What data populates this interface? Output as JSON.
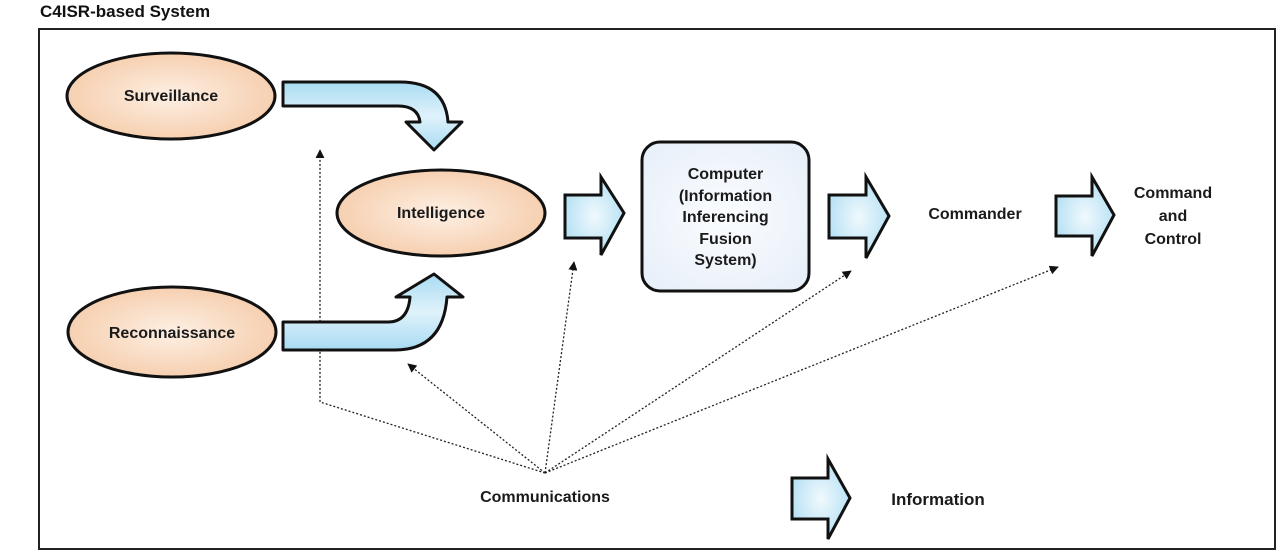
{
  "title": "C4ISR-based System",
  "nodes": {
    "surveillance": "Surveillance",
    "reconnaissance": "Reconnaissance",
    "intelligence": "Intelligence",
    "computer": [
      "Computer",
      "(Information",
      "Inferencing",
      "Fusion",
      "System)"
    ],
    "commander": "Commander",
    "command_control": [
      "Command",
      "and",
      "Control"
    ],
    "communications": "Communications"
  },
  "legend": {
    "information_label": "Information",
    "icon": "block-arrow-right-icon"
  },
  "colors": {
    "ellipse_fill": "#f7d2b2",
    "ellipse_fill_center": "#fdf0e4",
    "arrow_fill": "#b8e2f5",
    "arrow_fill_center": "#eaf7fd",
    "box_fill": "#f2f6fb",
    "stroke": "#111111"
  }
}
